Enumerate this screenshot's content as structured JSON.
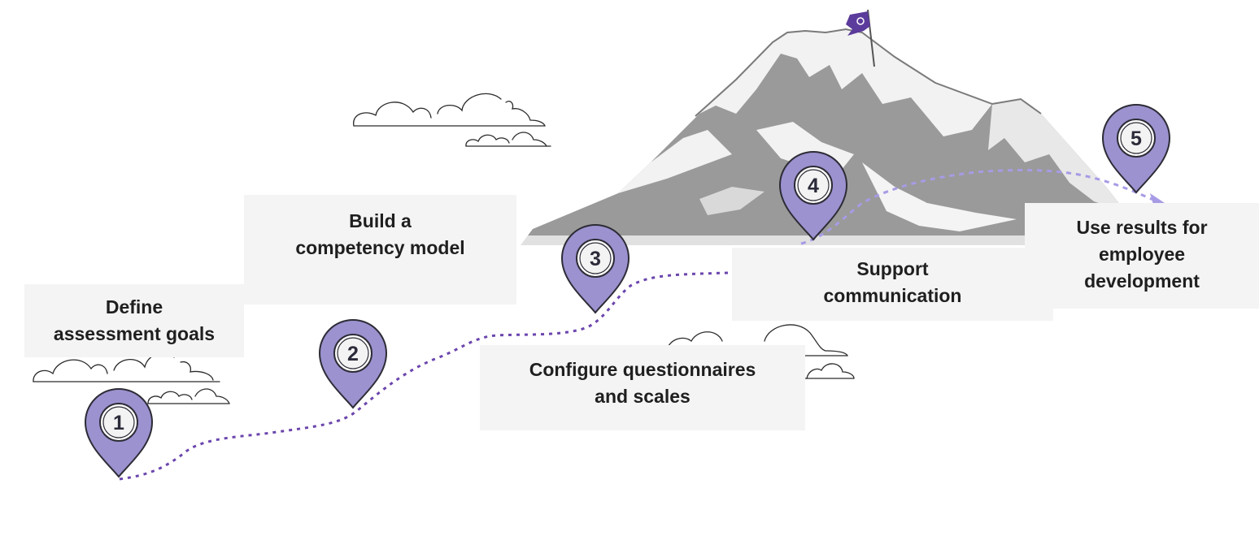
{
  "steps": [
    {
      "number": "1",
      "label": "Define\nassessment goals"
    },
    {
      "number": "2",
      "label": "Build a\ncompetency model"
    },
    {
      "number": "3",
      "label": "Configure questionnaires\nand scales"
    },
    {
      "number": "4",
      "label": "Support\ncommunication"
    },
    {
      "number": "5",
      "label": "Use results for\nemployee\ndevelopment"
    }
  ],
  "colors": {
    "pin_fill": "#9b92cf",
    "pin_stroke": "#2c2c36",
    "path": "#6b45ad",
    "path_light": "#a79be6",
    "mountain": "#9a9a9a",
    "snow": "#f0f0f0",
    "flag": "#5b3b9b",
    "label_bg": "#f4f4f4"
  }
}
